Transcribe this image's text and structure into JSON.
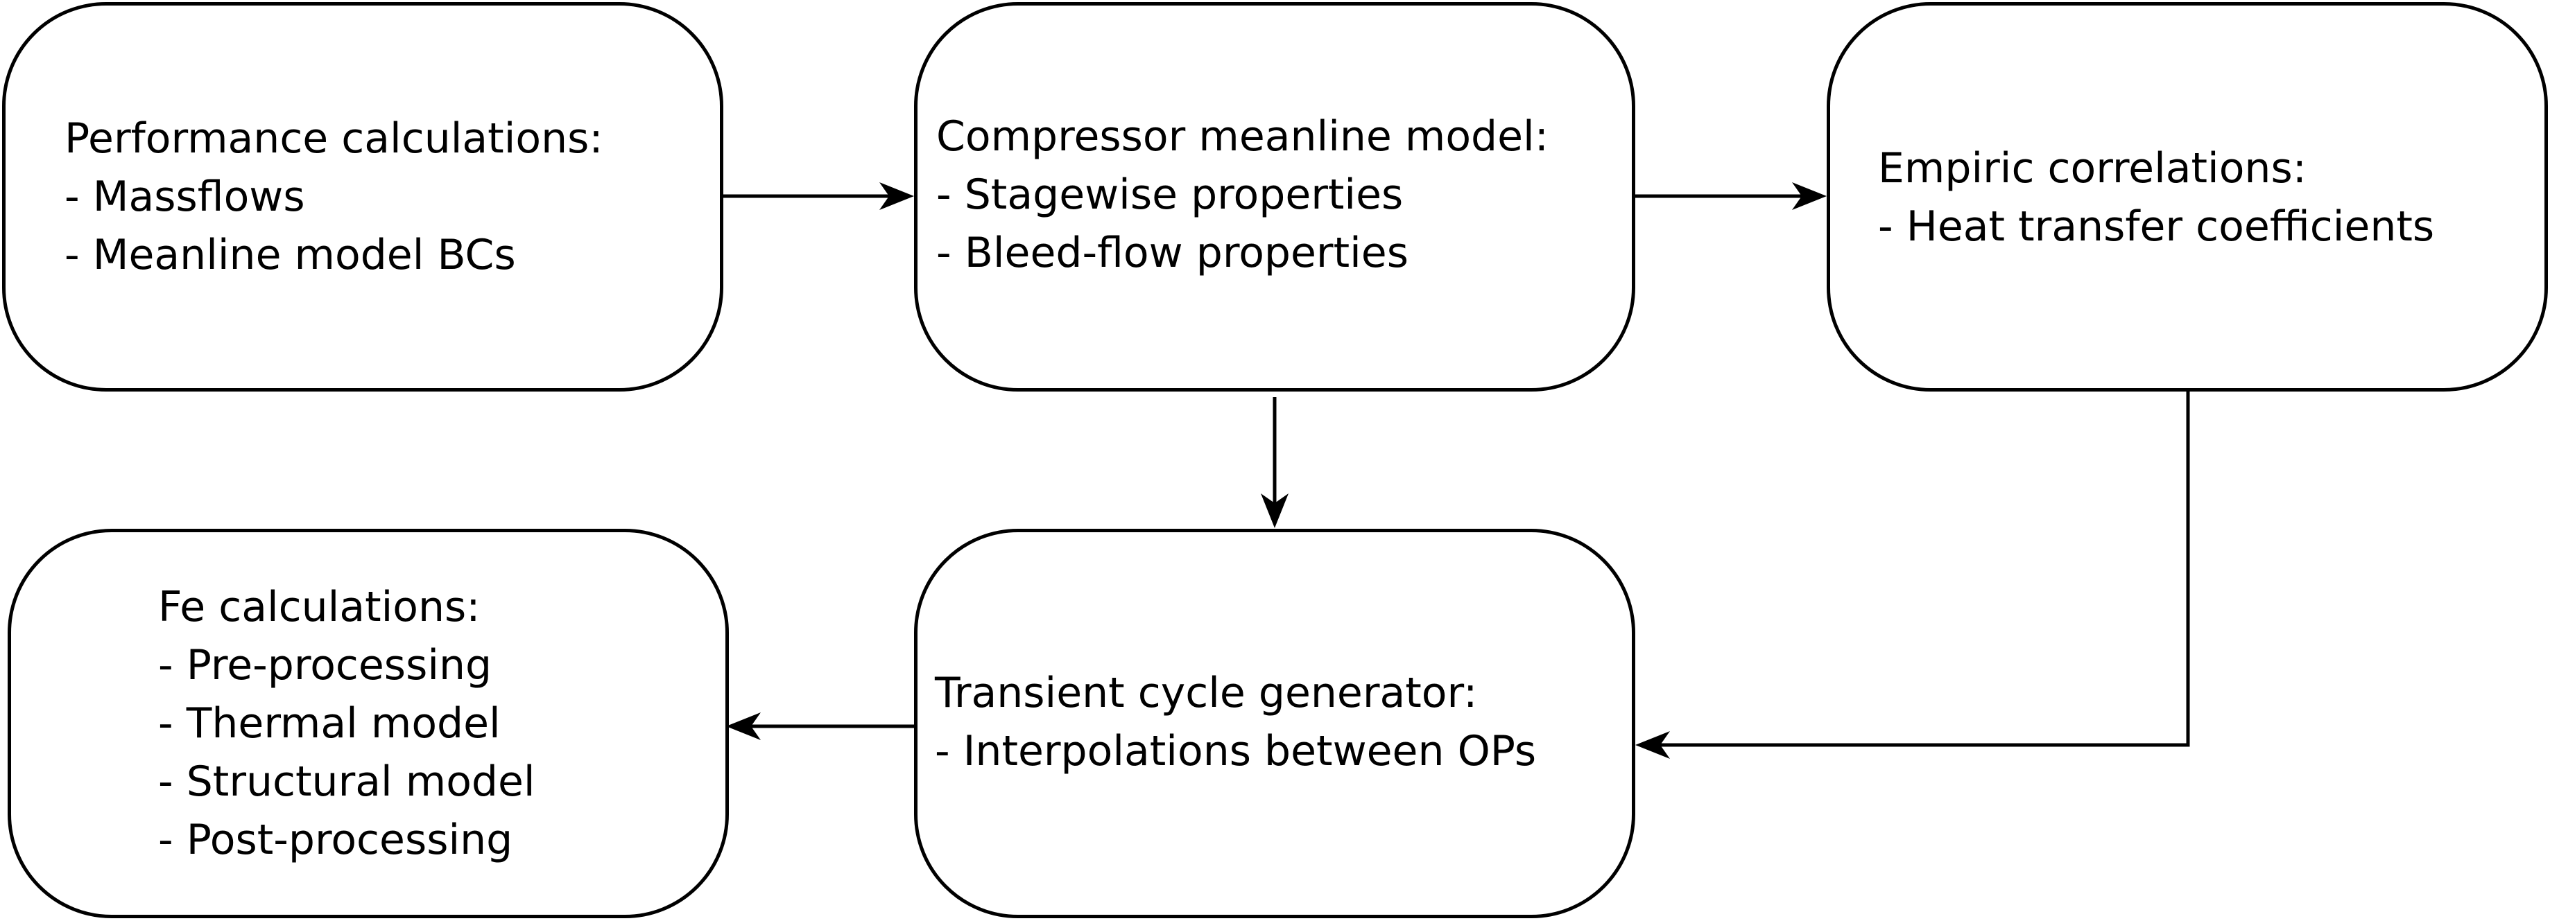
{
  "nodes": {
    "performance": {
      "title": "Performance calculations:",
      "items": [
        "- Massflows",
        "- Meanline model BCs"
      ]
    },
    "compressor": {
      "title": "Compressor meanline model:",
      "items": [
        "- Stagewise properties",
        "- Bleed-flow properties"
      ]
    },
    "empiric": {
      "title": "Empiric correlations:",
      "items": [
        "- Heat transfer coefficients"
      ]
    },
    "transient": {
      "title": "Transient cycle generator:",
      "items": [
        "- Interpolations between OPs"
      ]
    },
    "fe": {
      "title": "Fe calculations:",
      "items": [
        "- Pre-processing",
        "- Thermal model",
        "- Structural model",
        "- Post-processing"
      ]
    }
  },
  "edges": [
    {
      "from": "performance",
      "to": "compressor"
    },
    {
      "from": "compressor",
      "to": "empiric"
    },
    {
      "from": "compressor",
      "to": "transient"
    },
    {
      "from": "empiric",
      "to": "transient"
    },
    {
      "from": "transient",
      "to": "fe"
    }
  ]
}
